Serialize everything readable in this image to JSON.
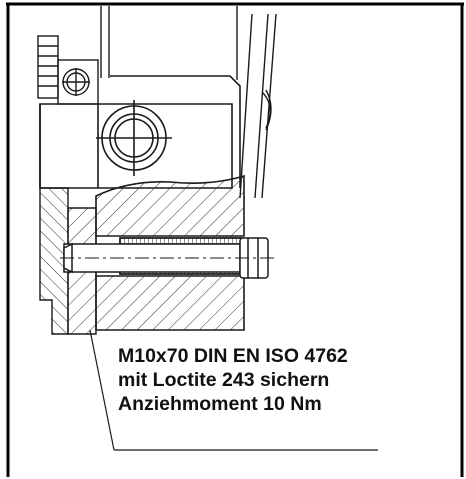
{
  "annotation": {
    "line1": "M10x70 DIN EN ISO 4762",
    "line2": "mit Loctite 243 sichern",
    "line3": "Anziehmoment 10 Nm"
  },
  "colors": {
    "frame": "#000000",
    "line": "#1a1a1a",
    "hatch": "#333333",
    "text": "#111111"
  }
}
